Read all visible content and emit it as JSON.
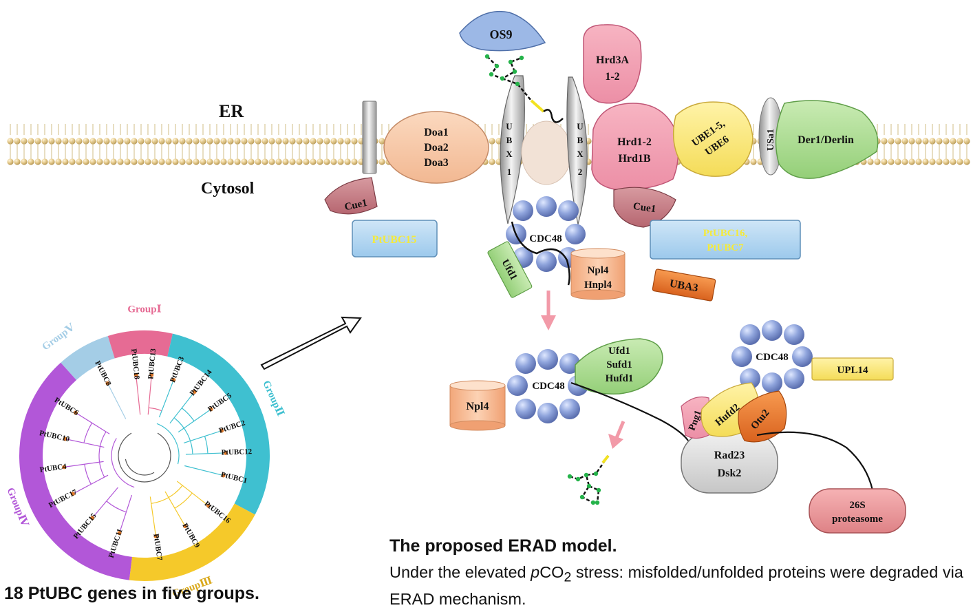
{
  "membrane": {
    "er_label": "ER",
    "cytosol_label": "Cytosol"
  },
  "proteins": {
    "os9": "OS9",
    "hrd3a": [
      "Hrd3A",
      "1-2"
    ],
    "doa": [
      "Doa1",
      "Doa2",
      "Doa3"
    ],
    "ubx1": [
      "U",
      "B",
      "X",
      "1"
    ],
    "ubx2": [
      "U",
      "B",
      "X",
      "2"
    ],
    "hrd1": [
      "Hrd1-2",
      "Hrd1B"
    ],
    "ube": [
      "UBE1-5,",
      "UBE6"
    ],
    "usa1": "USa1",
    "der1": "Der1/Derlin",
    "cue1_left": "Cue1",
    "cue1_right": "Cue1",
    "ptubc15": "PtUBC15",
    "ptubc16": [
      "PtUBC16,",
      "PtUBC7"
    ],
    "cdc48_top": "CDC48",
    "ufd1_top": "Ufd1",
    "npl4_top": [
      "Npl4",
      "Hnpl4"
    ],
    "uba3": "UBA3",
    "cdc48_mid": "CDC48",
    "ufd1_complex": [
      "Ufd1",
      "Sufd1",
      "Hufd1"
    ],
    "npl4_mid": "Npl4",
    "cdc48_right": "CDC48",
    "upl14": "UPL14",
    "png1": "Png1",
    "hufd2": "Hufd2",
    "otu2": "Otu2",
    "rad23": [
      "Rad23",
      "Dsk2"
    ],
    "proteasome": [
      "26S",
      "proteasome"
    ]
  },
  "tree": {
    "groups": {
      "g1": "GroupⅠ",
      "g2": "GroupⅡ",
      "g3": "GroupⅢ",
      "g4": "GroupⅣ",
      "g5": "GroupⅤ"
    },
    "leaves": [
      "PtUBC13",
      "PtUBC3",
      "PtUBC14",
      "PtUBC5",
      "PtUBC2",
      "PtUBC12",
      "PtUBC1",
      "PtUBC16",
      "PtUBC9",
      "PtUBC7",
      "PtUBC11",
      "PtUBC15",
      "PtUBC17",
      "PtUBC4",
      "PtUBC10",
      "PtUBC6",
      "PtUBC8",
      "PtUBC18"
    ],
    "colors": {
      "g1": "#e66b94",
      "g2": "#3fc0d0",
      "g3": "#f5c92a",
      "g4": "#b257d8",
      "g5": "#a4cde6"
    }
  },
  "captions": {
    "left": "18 PtUBC genes in five groups.",
    "title": "The proposed ERAD model.",
    "body_pre": "Under the elevated ",
    "body_italic": "p",
    "body_co": "CO",
    "body_sub": "2",
    "body_post": " stress: misfolded/unfolded proteins were degraded via ERAD mechanism."
  }
}
